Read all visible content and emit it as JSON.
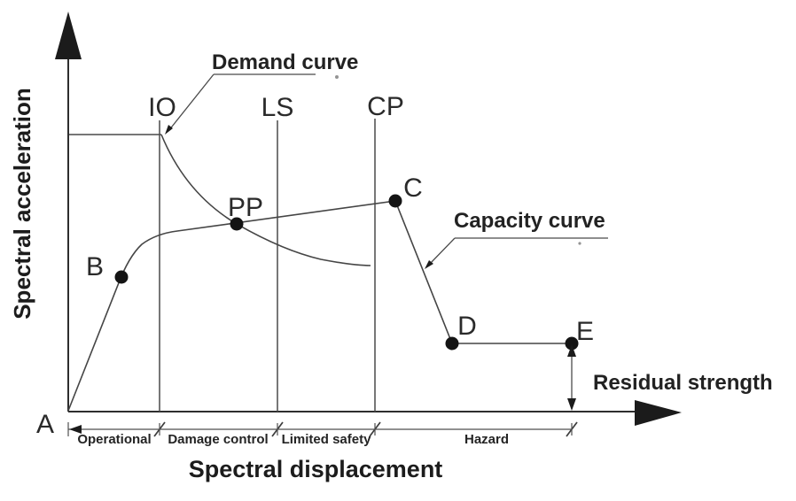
{
  "colors": {
    "ink": "#1b1b1b",
    "line": "#4a4a4a",
    "background": "#ffffff"
  },
  "axes": {
    "y_label": "Spectral acceleration",
    "x_label": "Spectral displacement",
    "origin_label": "A"
  },
  "curves": {
    "demand_label": "Demand curve",
    "capacity_label": "Capacity curve"
  },
  "performance_levels": [
    {
      "id": "io",
      "label": "IO"
    },
    {
      "id": "ls",
      "label": "LS"
    },
    {
      "id": "cp",
      "label": "CP"
    }
  ],
  "points": [
    {
      "id": "b",
      "label": "B"
    },
    {
      "id": "pp",
      "label": "PP"
    },
    {
      "id": "c",
      "label": "C"
    },
    {
      "id": "d",
      "label": "D"
    },
    {
      "id": "e",
      "label": "E"
    }
  ],
  "damage_ranges": [
    {
      "label": "Operational"
    },
    {
      "label": "Damage control"
    },
    {
      "label": "Limited safety"
    },
    {
      "label": "Hazard"
    }
  ],
  "annotations": {
    "residual_strength": "Residual strength"
  }
}
